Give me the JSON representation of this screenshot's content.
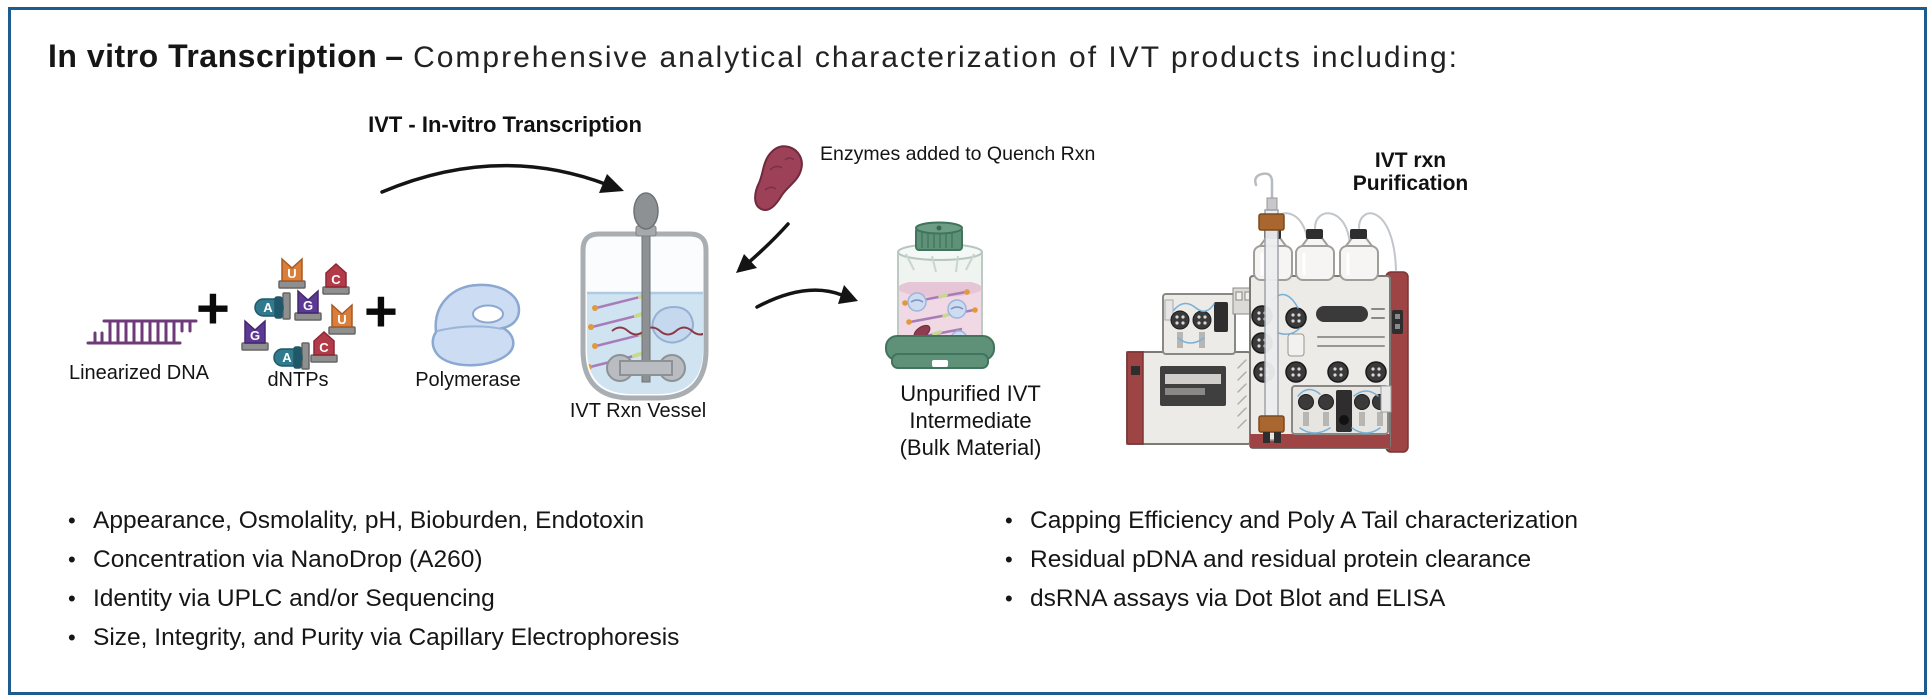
{
  "title": {
    "main": "In vitro Transcription",
    "separator": "–",
    "subtitle": "Comprehensive analytical characterization of IVT products including:"
  },
  "diagram": {
    "reaction_label": "IVT - In-vitro Transcription",
    "inputs": {
      "dna_label": "Linearized DNA",
      "dntps_label": "dNTPs",
      "polymerase_label": "Polymerase",
      "plus": "+"
    },
    "dntps": [
      {
        "letter": "U"
      },
      {
        "letter": "C"
      },
      {
        "letter": "A"
      },
      {
        "letter": "G"
      },
      {
        "letter": "U"
      },
      {
        "letter": "G"
      },
      {
        "letter": "A"
      },
      {
        "letter": "C"
      }
    ],
    "vessel_label": "IVT Rxn Vessel",
    "quench_label": "Enzymes added to Quench Rxn",
    "intermediate": {
      "line1": "Unpurified IVT",
      "line2": "Intermediate",
      "line3": "(Bulk Material)"
    },
    "purification": {
      "line1": "IVT rxn",
      "line2": "Purification"
    }
  },
  "analytics": {
    "left_items": [
      "Appearance, Osmolality, pH, Bioburden, Endotoxin",
      "Concentration via NanoDrop (A260)",
      "Identity via UPLC and/or Sequencing",
      "Size, Integrity, and Purity via Capillary Electrophoresis"
    ],
    "right_items": [
      "Capping Efficiency and Poly A Tail characterization",
      "Residual pDNA and residual protein clearance",
      "dsRNA assays via Dot Blot and ELISA"
    ]
  },
  "colors": {
    "border": "#1f5c8e",
    "nucleotide_u": "#d97e3b",
    "nucleotide_c": "#b23b49",
    "nucleotide_a": "#2f7a8c",
    "nucleotide_g": "#5c3a94",
    "dna": "#6e3a78",
    "enzyme": "#9c4158",
    "polymerase": "#ccdcf2",
    "vessel_liquid": "#cfe3f1",
    "intermediate_liquid": "#f0d9e4",
    "container_green": "#5f9178",
    "fplc_accent": "#9e4444"
  }
}
